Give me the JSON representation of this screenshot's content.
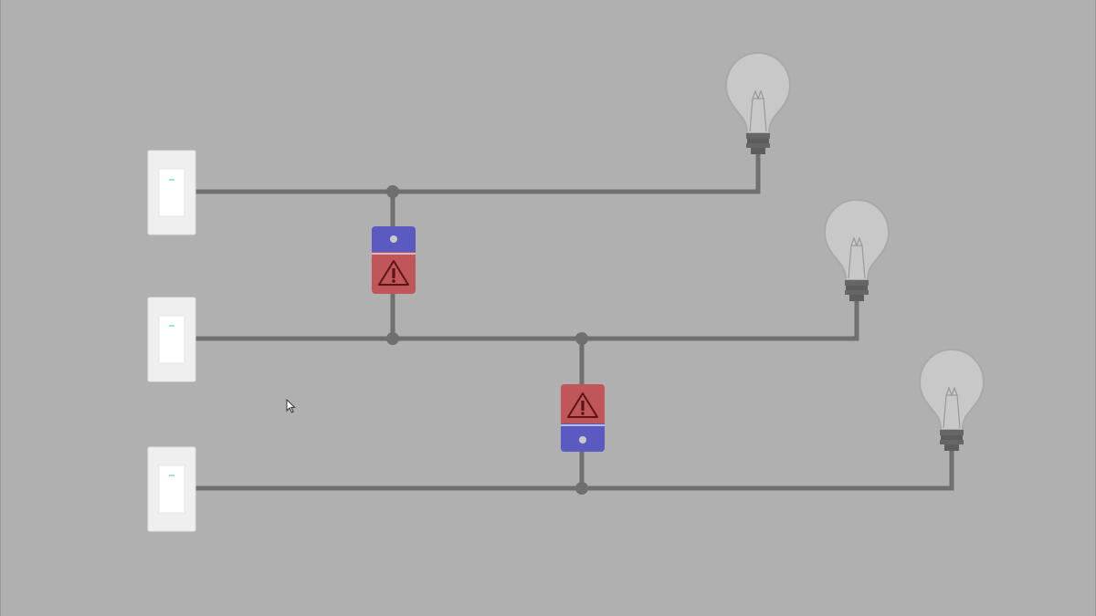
{
  "colors": {
    "background": "#b0b0b0",
    "wire": "#6f6f6f",
    "switch_plate": "#efefef",
    "switch_rocker": "#ffffff",
    "switch_led": "#7ee0b0",
    "diode_red": "#c0555a",
    "diode_blue": "#5a5ac0",
    "bulb_glass": "#c8c8c8",
    "bulb_base": "#666666"
  },
  "circuit": {
    "switches": [
      {
        "id": 1,
        "state": "off",
        "icon": "light-switch-icon"
      },
      {
        "id": 2,
        "state": "off",
        "icon": "light-switch-icon"
      },
      {
        "id": 3,
        "state": "off",
        "icon": "light-switch-icon"
      }
    ],
    "bulbs": [
      {
        "id": 1,
        "lit": false,
        "icon": "light-bulb-icon"
      },
      {
        "id": 2,
        "lit": false,
        "icon": "light-bulb-icon"
      },
      {
        "id": 3,
        "lit": false,
        "icon": "light-bulb-icon"
      }
    ],
    "diodes": [
      {
        "id": 1,
        "between": [
          1,
          2
        ],
        "blue_end": "top",
        "red_end": "bottom",
        "warning": true,
        "icon": "warning-icon"
      },
      {
        "id": 2,
        "between": [
          2,
          3
        ],
        "blue_end": "bottom",
        "red_end": "top",
        "warning": true,
        "icon": "warning-icon"
      }
    ]
  },
  "cursor": {
    "icon": "mouse-pointer-icon"
  }
}
